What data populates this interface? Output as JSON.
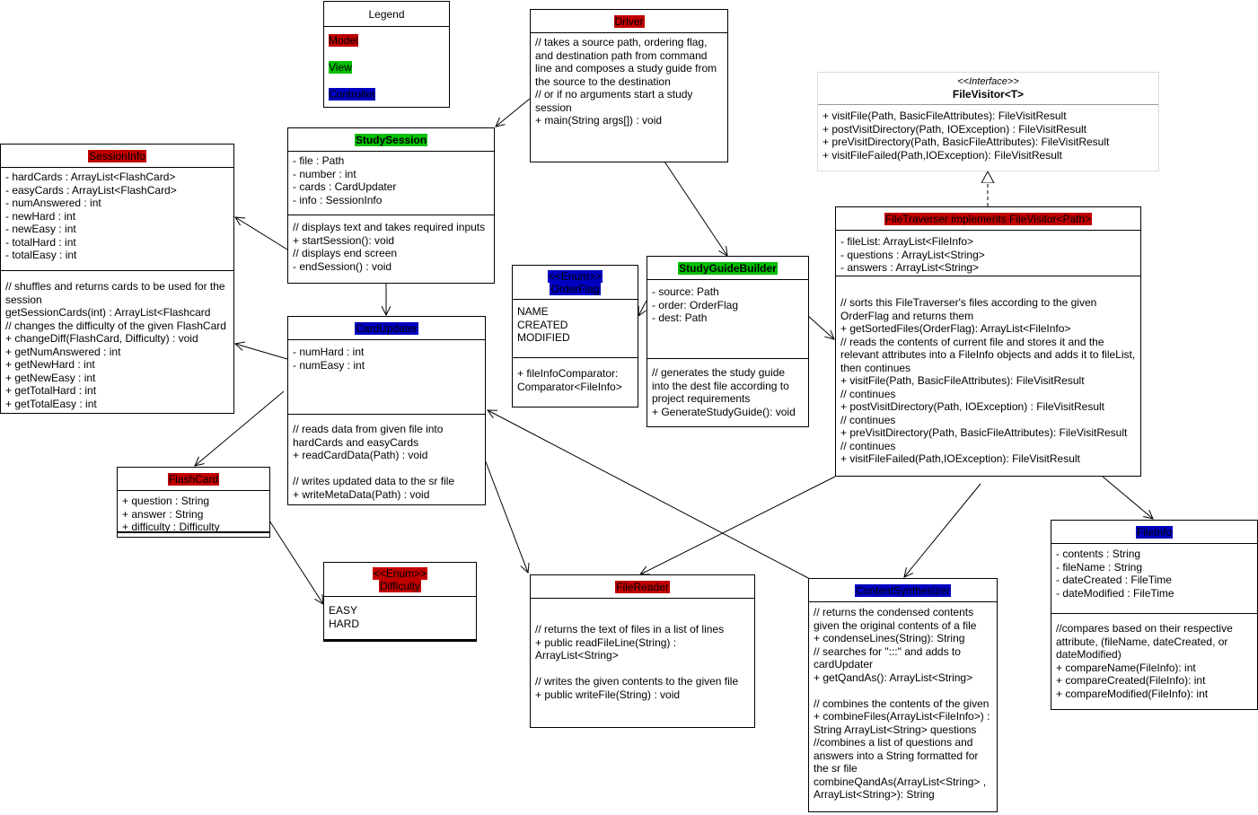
{
  "legend": {
    "title": "Legend",
    "items": [
      {
        "label": "Model",
        "color": "#c00000"
      },
      {
        "label": "View",
        "color": "#00c000"
      },
      {
        "label": "Controller",
        "color": "#0000c0"
      }
    ]
  },
  "classes": {
    "driver": {
      "name": "Driver",
      "body": [
        "// takes a source path, ordering flag,",
        "and destination path from command",
        "line and composes a study guide from",
        "the source to the destination",
        "// or if no arguments start a study",
        "session",
        "+ main(String args[]) : void"
      ]
    },
    "file_visitor": {
      "stereotype": "<<Interface>>",
      "name": "FileVisitor<T>",
      "methods": [
        "+ visitFile(Path, BasicFileAttributes): FileVisitResult",
        "+ postVisitDirectory(Path, IOException) : FileVisitResult",
        "+ preVisitDirectory(Path, BasicFileAttributes): FileVisitResult",
        "+ visitFileFailed(Path,IOException): FileVisitResult"
      ]
    },
    "session_info": {
      "name": "SessionInfo",
      "fields": [
        "- hardCards : ArrayList<FlashCard>",
        "- easyCards : ArrayList<FlashCard>",
        "- numAnswered : int",
        "- newHard : int",
        "- newEasy : int",
        "- totalHard : int",
        "- totalEasy : int"
      ],
      "methods": [
        "// shuffles and returns cards to be used for the",
        "session",
        "getSessionCards(int) : ArrayList<Flashcard",
        "// changes the difficulty of the given FlashCard",
        "+ changeDiff(FlashCard, Difficulty) : void",
        "+ getNumAnswered : int",
        "+ getNewHard : int",
        "+ getNewEasy : int",
        "+ getTotalHard : int",
        "+ getTotalEasy : int"
      ]
    },
    "study_session": {
      "name": "StudySession",
      "fields": [
        "- file : Path",
        "- number : int",
        "- cards : CardUpdater",
        "- info : SessionInfo"
      ],
      "methods": [
        "// displays text and takes required inputs",
        "+ startSession(): void",
        "// displays end screen",
        "- endSession() : void"
      ]
    },
    "order_flag": {
      "stereotype": "<<Enum>>",
      "name": "OrderFlag",
      "values": [
        "NAME",
        "CREATED",
        "MODIFIED"
      ],
      "methods": [
        "+ fileInfoComparator:",
        "Comparator<FileInfo>"
      ]
    },
    "study_guide_builder": {
      "name": "StudyGuideBuilder",
      "fields": [
        "- source: Path",
        "- order: OrderFlag",
        "- dest: Path"
      ],
      "methods": [
        "// generates the study guide",
        "into the dest file according to",
        "project requirements",
        "+ GenerateStudyGuide(): void"
      ]
    },
    "file_traverser": {
      "name": "FileTraverser implements FileVisitor<Path>",
      "fields": [
        "- fileList: ArrayList<FileInfo>",
        "- questions : ArrayList<String>",
        "- answers : ArrayList<String>"
      ],
      "methods": [
        "// sorts this FileTraverser's files according to the given",
        "OrderFlag and returns them",
        "+ getSortedFiles(OrderFlag): ArrayList<FileInfo>",
        "// reads the contents of current file and stores it and the",
        "relevant attributes into a FileInfo objects and adds it to fileList,",
        "then continues",
        "+ visitFile(Path, BasicFileAttributes): FileVisitResult",
        "// continues",
        "+ postVisitDirectory(Path, IOException) : FileVisitResult",
        "// continues",
        "+ preVisitDirectory(Path, BasicFileAttributes): FileVisitResult",
        "// continues",
        "+ visitFileFailed(Path,IOException): FileVisitResult"
      ]
    },
    "card_updater": {
      "name": "CardUpdater",
      "fields": [
        "- numHard : int",
        "- numEasy : int"
      ],
      "methods": [
        "// reads data from given file into",
        "hardCards and easyCards",
        "+ readCardData(Path) : void",
        "",
        "// writes updated data to the sr file",
        "+ writeMetaData(Path) : void"
      ]
    },
    "flash_card": {
      "name": "FlashCard",
      "fields": [
        "+ question : String",
        "+ answer : String",
        "+ difficulty : Difficulty"
      ]
    },
    "difficulty": {
      "stereotype": "<<Enum>>",
      "name": "Difficulty",
      "values": [
        "EASY",
        "HARD"
      ]
    },
    "file_reader": {
      "name": "FileReader",
      "methods": [
        "// returns the text of files in a list of lines",
        "+ public readFileLine(String) :",
        "ArrayList<String>",
        "",
        "// writes the given contents to the given file",
        "+ public writeFile(String) : void"
      ]
    },
    "content_synthesizer": {
      "name": "ContentSynthesizer",
      "methods": [
        "// returns the condensed contents",
        "given the original contents of a file",
        "+ condenseLines(String): String",
        "// searches for \":::\" and adds to",
        "cardUpdater",
        "+ getQandAs(): ArrayList<String>",
        "",
        "// combines the contents of the given",
        "+ combineFiles(ArrayList<FileInfo>) :",
        "String ArrayList<String> questions",
        "//combines a list of questions and",
        "answers into a String formatted for",
        "the sr file",
        "combineQandAs(ArrayList<String> ,",
        "ArrayList<String>): String"
      ]
    },
    "file_info": {
      "name": "FileInfo",
      "fields": [
        "- contents : String",
        "- fileName : String",
        "- dateCreated : FileTime",
        "- dateModified : FileTime"
      ],
      "methods": [
        "//compares based on their respective",
        "attribute, (fileName, dateCreated, or",
        "dateModified)",
        "+ compareName(FileInfo): int",
        "+ compareCreated(FileInfo): int",
        "+ compareModified(FileInfo): int"
      ]
    }
  }
}
